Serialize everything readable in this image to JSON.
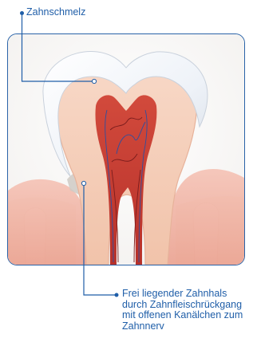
{
  "labels": {
    "enamel": "Zahnschmelz",
    "neck_line1": "Frei liegender Zahnhals",
    "neck_line2": "durch Zahnfleischrückgang",
    "neck_line3": "mit offenen Kanälchen zum",
    "neck_line4": "Zahnnerv"
  },
  "colors": {
    "accent": "#1f5ea8",
    "frame": "#2a63a8",
    "gum": "#f1b2a4",
    "dentin": "#f6d2bf",
    "pulp": "#c0392b",
    "enamel": "#f4f7fb",
    "bone": "#ede3d0"
  }
}
